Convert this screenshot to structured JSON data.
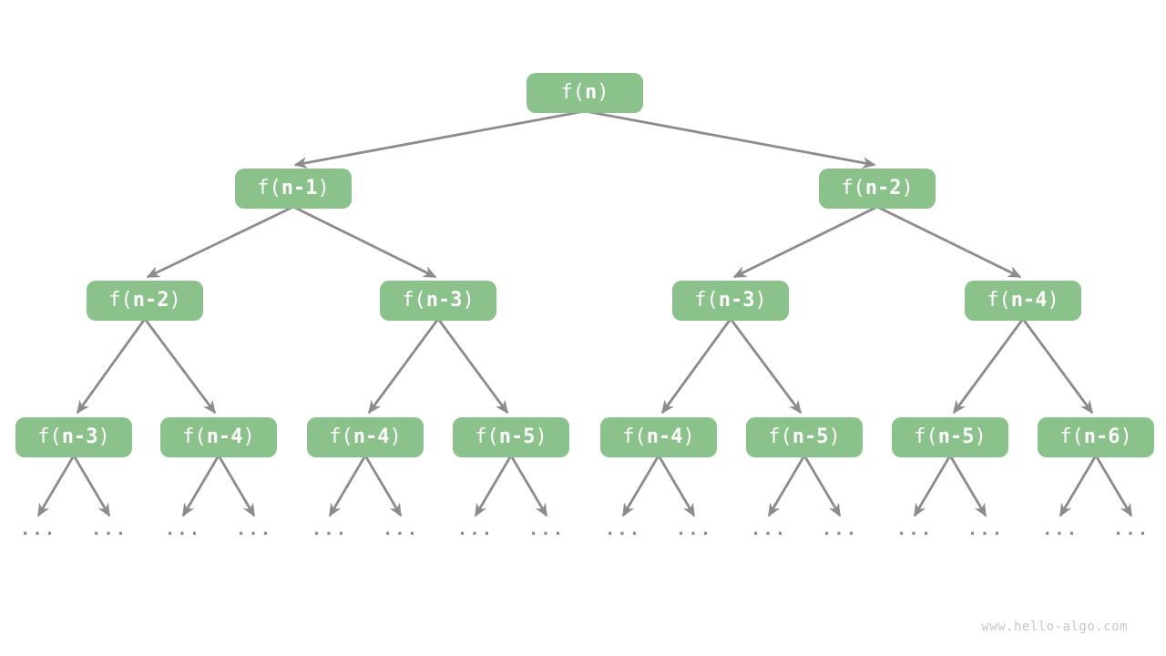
{
  "diagram": {
    "type": "recursion-tree",
    "levels": [
      {
        "nodes": [
          {
            "pre": "f(",
            "arg": "n",
            "post": ")"
          }
        ]
      },
      {
        "nodes": [
          {
            "pre": "f(",
            "arg": "n-1",
            "post": ")"
          },
          {
            "pre": "f(",
            "arg": "n-2",
            "post": ")"
          }
        ]
      },
      {
        "nodes": [
          {
            "pre": "f(",
            "arg": "n-2",
            "post": ")"
          },
          {
            "pre": "f(",
            "arg": "n-3",
            "post": ")"
          },
          {
            "pre": "f(",
            "arg": "n-3",
            "post": ")"
          },
          {
            "pre": "f(",
            "arg": "n-4",
            "post": ")"
          }
        ]
      },
      {
        "nodes": [
          {
            "pre": "f(",
            "arg": "n-3",
            "post": ")"
          },
          {
            "pre": "f(",
            "arg": "n-4",
            "post": ")"
          },
          {
            "pre": "f(",
            "arg": "n-4",
            "post": ")"
          },
          {
            "pre": "f(",
            "arg": "n-5",
            "post": ")"
          },
          {
            "pre": "f(",
            "arg": "n-4",
            "post": ")"
          },
          {
            "pre": "f(",
            "arg": "n-5",
            "post": ")"
          },
          {
            "pre": "f(",
            "arg": "n-5",
            "post": ")"
          },
          {
            "pre": "f(",
            "arg": "n-6",
            "post": ")"
          }
        ]
      }
    ],
    "ellipsis": "...",
    "colors": {
      "node_bg": "#8bc28b",
      "node_text": "#ffffff",
      "edge": "#8c8c8c",
      "dots": "#8e8e8e",
      "watermark": "#c8c8c8",
      "background": "#ffffff"
    }
  },
  "watermark": "www.hello-algo.com"
}
